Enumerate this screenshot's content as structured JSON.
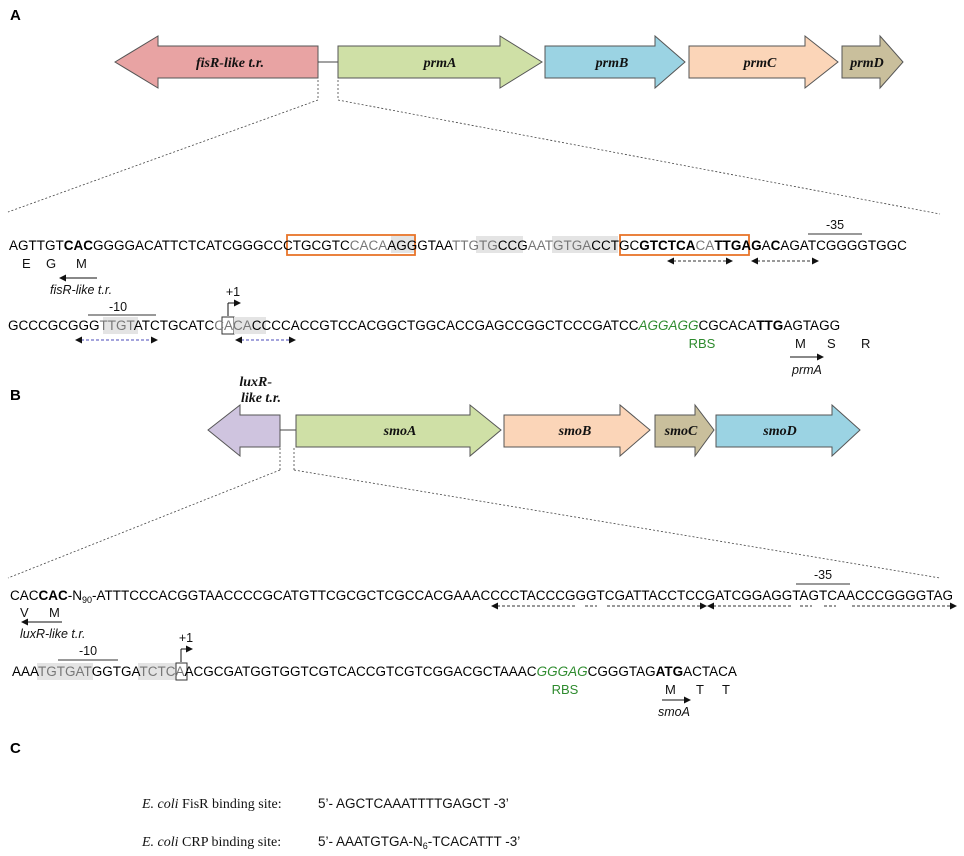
{
  "panels": {
    "a": "A",
    "b": "B",
    "c": "C"
  },
  "colors": {
    "fisr": "#e8a3a3",
    "green_gene": "#cfe0a6",
    "blue_gene": "#9bd3e3",
    "peach_gene": "#fbd5b8",
    "khaki_gene": "#c9bf9c",
    "lavender_gene": "#cfc4df",
    "orange_box": "#e8742a",
    "grey_highlight": "#e4e4e4",
    "blue_dash": "#4a4ab8",
    "rbs_green": "#2e8b2e"
  },
  "panel_a": {
    "genes": [
      "fisR-like t.r.",
      "prmA",
      "prmB",
      "prmC",
      "prmD"
    ],
    "row1": {
      "s1": "AGTTGT",
      "s2": "CAC",
      "s3": "GGGGACATTCTCATCGGGC",
      "s4": "CCTGCGTC",
      "s5": "CACA",
      "s6": "AGGGTAA",
      "s7": "TTGTG",
      "s8": "CCG",
      "s9": "AATGTGA",
      "s10": "CCTGC",
      "s11": "GTCTCA",
      "s12": "CA",
      "s13": "TT",
      "s14": "GAG",
      "s15": "A",
      "s16": "C",
      "s17": "AGATCGGGGTGGC"
    },
    "minus35": "-35",
    "row1_aa": [
      "E",
      "G",
      "M"
    ],
    "fisr_label": "fisR-like t.r.",
    "minus10": "-10",
    "plus1": "+1",
    "row2": {
      "s1": "GCCCGCGGG",
      "s2": "TTGT",
      "s3": "ATCTGCATC",
      "s4": "C",
      "s5": "ACA",
      "s6": "CCCCACCGTCCACGGCTGGCACCGAGCCGGCTCCCGATCC",
      "s7": "AGGAGG",
      "s8": "CGCACA",
      "s9": "TTG",
      "s10": "AGTAGG"
    },
    "rbs": "RBS",
    "row2_aa": [
      "M",
      "S",
      "R"
    ],
    "prma_label": "prmA"
  },
  "panel_b": {
    "genes": [
      "luxR-like t.r.",
      "smoA",
      "smoB",
      "smoC",
      "smoD"
    ],
    "lux_line1": "luxR-",
    "lux_line2": "like t.r.",
    "row1": {
      "s1": "CAC",
      "s2": "CAC",
      "s3": "-N",
      "s3sub": "90",
      "s4": "-ATTTCCCACGGTAACCCCGCATGTTCGCGCTCGCCACGAAACCCCTACCCGGGTCGATTACCTCCGATCGGAGGTAGTCAACCCGGGGTAG"
    },
    "minus35": "-35",
    "row1_aa": [
      "V",
      "M"
    ],
    "lux_label": "luxR-like t.r.",
    "minus10": "-10",
    "plus1": "+1",
    "row2": {
      "s1": "AAA",
      "s2": "TGTGAT",
      "s3": "GGTGA",
      "s4": "TCTC",
      "s5": "A",
      "s6": "ACGCGATGGTGGTCGTCACCGTCGTCGGACGCTAAAC",
      "s7": "GGGAG",
      "s8": "CGGGTAG",
      "s9": "ATG",
      "s10": "ACTACA"
    },
    "rbs": "RBS",
    "row2_aa": [
      "M",
      "T",
      "T"
    ],
    "smoa_label": "smoA"
  },
  "panel_c": {
    "fisr_org": "E. coli",
    "fisr_label": " FisR binding site:",
    "fisr_seq": "5’- AGCTCAAATTTTGAGCT -3’",
    "crp_org": "E. coli",
    "crp_label": " CRP binding site:",
    "crp_seq_a": "5’- AAATGTGA-N",
    "crp_seq_sub": "6",
    "crp_seq_b": "-TCACATTT -3’"
  }
}
